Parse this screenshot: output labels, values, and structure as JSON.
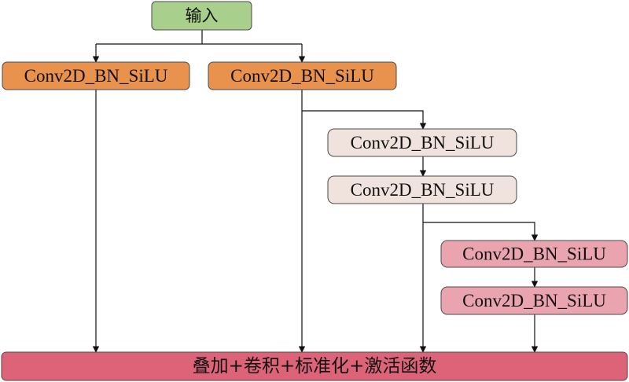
{
  "nodes": {
    "input": {
      "label": "输入",
      "fill": "#a9cf8c"
    },
    "branch1_conv": {
      "label": "Conv2D_BN_SiLU",
      "fill": "#e8924e"
    },
    "branch2_conv": {
      "label": "Conv2D_BN_SiLU",
      "fill": "#e8924e"
    },
    "branch3_conv1": {
      "label": "Conv2D_BN_SiLU",
      "fill": "#f0e2dc"
    },
    "branch3_conv2": {
      "label": "Conv2D_BN_SiLU",
      "fill": "#f0e2dc"
    },
    "branch4_conv1": {
      "label": "Conv2D_BN_SiLU",
      "fill": "#eaa4b0"
    },
    "branch4_conv2": {
      "label": "Conv2D_BN_SiLU",
      "fill": "#eaa4b0"
    },
    "output": {
      "label": "叠加+卷积+标准化+激活函数",
      "fill": "#dd6478"
    }
  },
  "edge_color": "#111111"
}
